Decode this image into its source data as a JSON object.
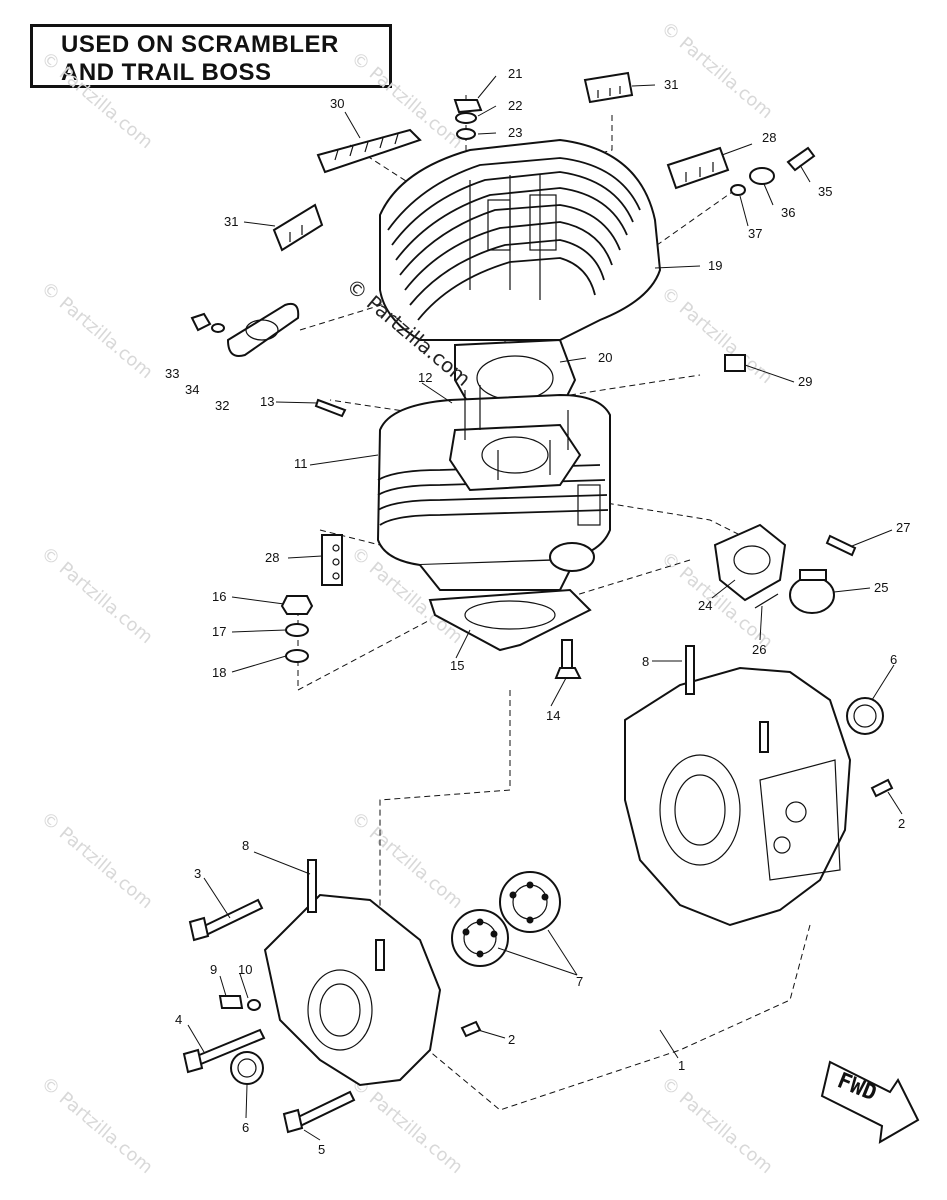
{
  "header": {
    "line1": "USED ON SCRAMBLER",
    "line2": "AND TRAIL BOSS"
  },
  "watermark": {
    "text": "© Partzilla.com",
    "repeat_text": "© Partzilla.com"
  },
  "direction_arrow": {
    "label": "FWD"
  },
  "callouts": [
    {
      "id": "c21",
      "num": "21"
    },
    {
      "id": "c22",
      "num": "22"
    },
    {
      "id": "c23",
      "num": "23"
    },
    {
      "id": "c30",
      "num": "30"
    },
    {
      "id": "c31a",
      "num": "31"
    },
    {
      "id": "c28a",
      "num": "28"
    },
    {
      "id": "c35",
      "num": "35"
    },
    {
      "id": "c36",
      "num": "36"
    },
    {
      "id": "c37",
      "num": "37"
    },
    {
      "id": "c31b",
      "num": "31"
    },
    {
      "id": "c19",
      "num": "19"
    },
    {
      "id": "c33",
      "num": "33"
    },
    {
      "id": "c34",
      "num": "34"
    },
    {
      "id": "c32",
      "num": "32"
    },
    {
      "id": "c20",
      "num": "20"
    },
    {
      "id": "c12",
      "num": "12"
    },
    {
      "id": "c13",
      "num": "13"
    },
    {
      "id": "c29",
      "num": "29"
    },
    {
      "id": "c11",
      "num": "11"
    },
    {
      "id": "c27",
      "num": "27"
    },
    {
      "id": "c28b",
      "num": "28"
    },
    {
      "id": "c25",
      "num": "25"
    },
    {
      "id": "c24",
      "num": "24"
    },
    {
      "id": "c16",
      "num": "16"
    },
    {
      "id": "c17",
      "num": "17"
    },
    {
      "id": "c26",
      "num": "26"
    },
    {
      "id": "c15",
      "num": "15"
    },
    {
      "id": "c18",
      "num": "18"
    },
    {
      "id": "c8a",
      "num": "8"
    },
    {
      "id": "c6a",
      "num": "6"
    },
    {
      "id": "c14",
      "num": "14"
    },
    {
      "id": "c2a",
      "num": "2"
    },
    {
      "id": "c8b",
      "num": "8"
    },
    {
      "id": "c3",
      "num": "3"
    },
    {
      "id": "c9",
      "num": "9"
    },
    {
      "id": "c10",
      "num": "10"
    },
    {
      "id": "c7",
      "num": "7"
    },
    {
      "id": "c4",
      "num": "4"
    },
    {
      "id": "c2b",
      "num": "2"
    },
    {
      "id": "c1",
      "num": "1"
    },
    {
      "id": "c6b",
      "num": "6"
    },
    {
      "id": "c5",
      "num": "5"
    }
  ]
}
